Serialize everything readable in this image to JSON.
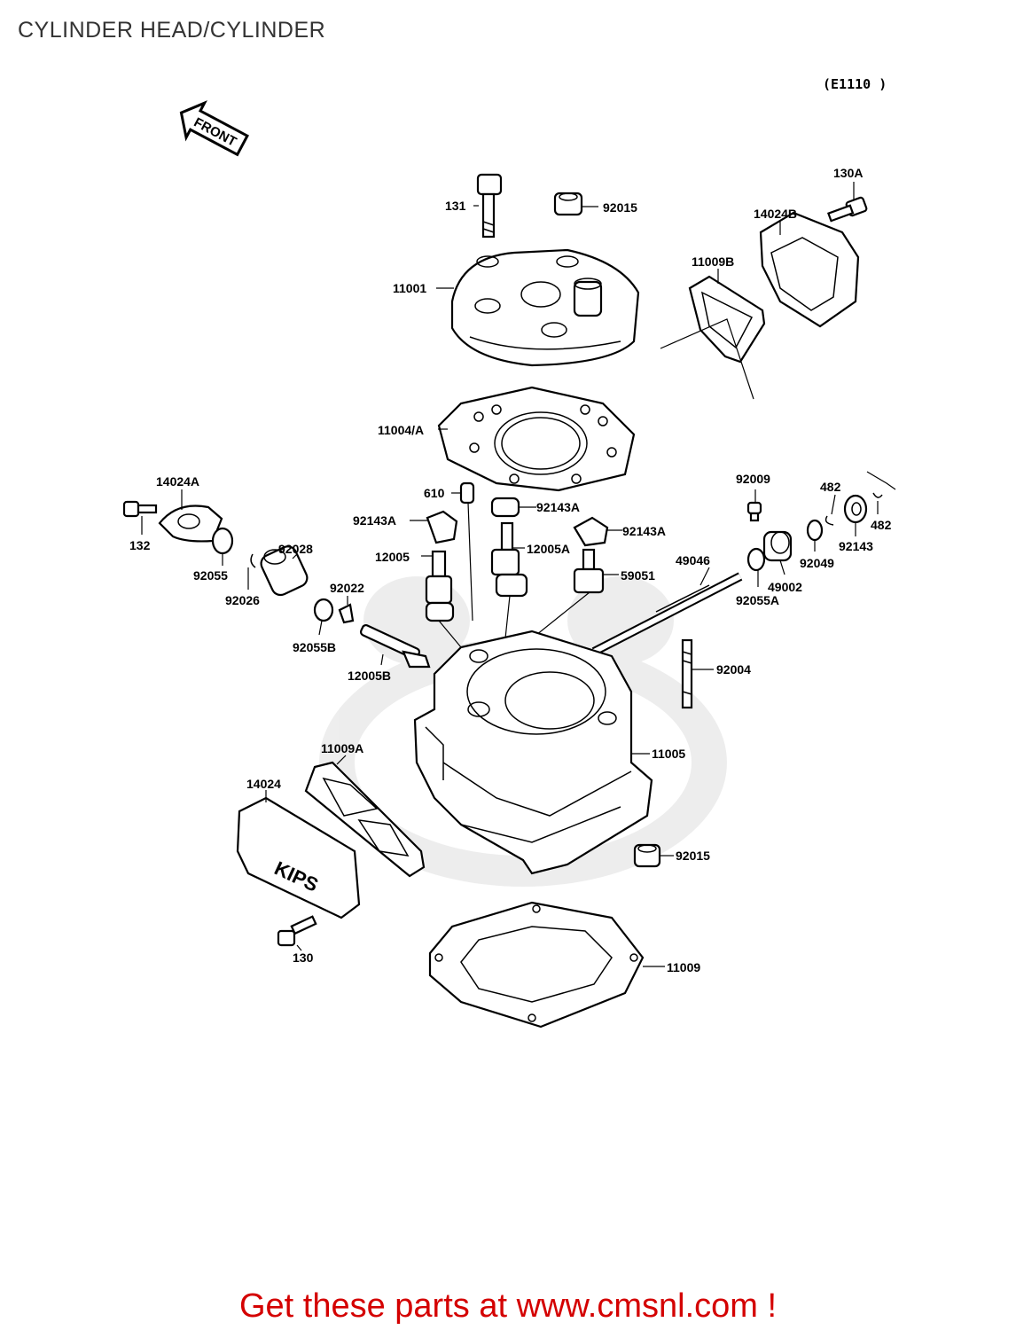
{
  "title": "CYLINDER HEAD/CYLINDER",
  "diagram_code": "(E1110 )",
  "front_label": "FRONT",
  "banner": "Get these parts at www.cmsnl.com !",
  "parts": [
    {
      "id": "131",
      "label": "131"
    },
    {
      "id": "92015-top",
      "label": "92015"
    },
    {
      "id": "130A",
      "label": "130A"
    },
    {
      "id": "14024B",
      "label": "14024B"
    },
    {
      "id": "11009B",
      "label": "11009B"
    },
    {
      "id": "11001",
      "label": "11001"
    },
    {
      "id": "11004A",
      "label": "11004/A"
    },
    {
      "id": "14024A",
      "label": "14024A"
    },
    {
      "id": "132",
      "label": "132"
    },
    {
      "id": "610",
      "label": "610"
    },
    {
      "id": "92143A-1",
      "label": "92143A"
    },
    {
      "id": "92143A-2",
      "label": "92143A"
    },
    {
      "id": "92143A-3",
      "label": "92143A"
    },
    {
      "id": "92009",
      "label": "92009"
    },
    {
      "id": "482-1",
      "label": "482"
    },
    {
      "id": "482-2",
      "label": "482"
    },
    {
      "id": "92143",
      "label": "92143"
    },
    {
      "id": "92055",
      "label": "92055"
    },
    {
      "id": "92028",
      "label": "92028"
    },
    {
      "id": "12005",
      "label": "12005"
    },
    {
      "id": "12005A",
      "label": "12005A"
    },
    {
      "id": "59051",
      "label": "59051"
    },
    {
      "id": "49046",
      "label": "49046"
    },
    {
      "id": "92049",
      "label": "92049"
    },
    {
      "id": "49002",
      "label": "49002"
    },
    {
      "id": "92055A",
      "label": "92055A"
    },
    {
      "id": "92026",
      "label": "92026"
    },
    {
      "id": "92022",
      "label": "92022"
    },
    {
      "id": "92055B",
      "label": "92055B"
    },
    {
      "id": "12005B",
      "label": "12005B"
    },
    {
      "id": "92004",
      "label": "92004"
    },
    {
      "id": "11009A",
      "label": "11009A"
    },
    {
      "id": "11005",
      "label": "11005"
    },
    {
      "id": "14024",
      "label": "14024"
    },
    {
      "id": "92015-bottom",
      "label": "92015"
    },
    {
      "id": "130",
      "label": "130"
    },
    {
      "id": "11009",
      "label": "11009"
    }
  ]
}
